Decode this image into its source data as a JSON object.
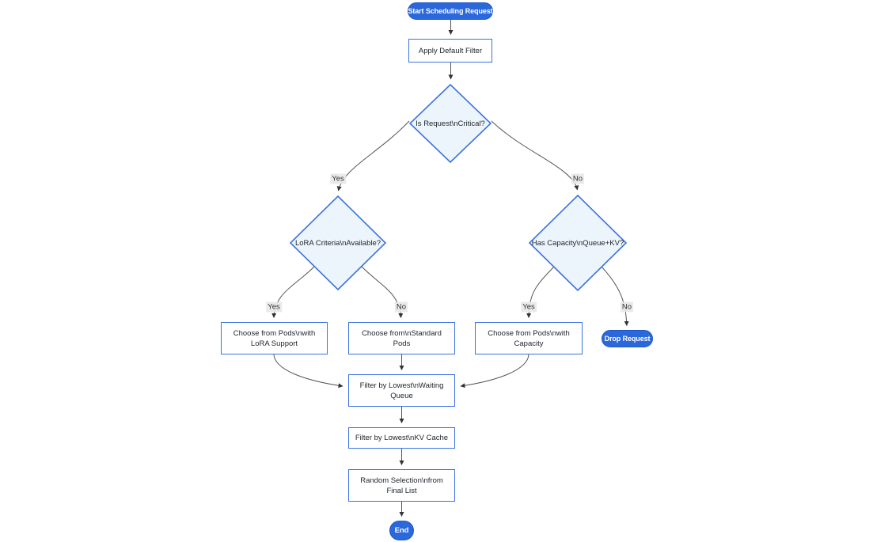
{
  "diagram": {
    "type": "flowchart",
    "orientation": "top-down",
    "colors": {
      "pill_fill": "#2a68dc",
      "node_border": "#3a72e0",
      "rect_fill": "#ffffff",
      "diamond_fill": "#ecf4fc",
      "edge_stroke": "#555555",
      "text": "#22272e",
      "edge_label_bg": "#e8e8e8",
      "background": "#ffffff"
    },
    "nodes": {
      "start": {
        "type": "stadium",
        "label": "Start Scheduling Request"
      },
      "apply_default_filter": {
        "type": "rect",
        "label": "Apply Default Filter"
      },
      "is_critical": {
        "type": "diamond",
        "label": "Is Request\\nCritical?"
      },
      "lora_criteria": {
        "type": "diamond",
        "label": "LoRA Criteria\\nAvailable?"
      },
      "has_capacity": {
        "type": "diamond",
        "label": "Has Capacity\\nQueue+KV?"
      },
      "choose_lora_pods": {
        "type": "rect",
        "label": "Choose from Pods\\nwith LoRA Support",
        "lines": [
          "Choose from Pods\\nwith",
          "LoRA Support"
        ]
      },
      "choose_standard_pods": {
        "type": "rect",
        "label": "Choose from\\nStandard Pods",
        "lines": [
          "Choose from\\nStandard",
          "Pods"
        ]
      },
      "choose_capacity_pods": {
        "type": "rect",
        "label": "Choose from Pods\\nwith Capacity",
        "lines": [
          "Choose from Pods\\nwith",
          "Capacity"
        ]
      },
      "drop_request": {
        "type": "stadium",
        "label": "Drop Request"
      },
      "filter_waiting_queue": {
        "type": "rect",
        "label": "Filter by Lowest\\nWaiting Queue",
        "lines": [
          "Filter by Lowest\\nWaiting",
          "Queue"
        ]
      },
      "filter_kv_cache": {
        "type": "rect",
        "label": "Filter by Lowest\\nKV Cache"
      },
      "random_selection": {
        "type": "rect",
        "label": "Random Selection\\nfrom Final List",
        "lines": [
          "Random Selection\\nfrom",
          "Final List"
        ]
      },
      "end": {
        "type": "stadium",
        "label": "End"
      }
    },
    "edges": [
      {
        "from": "start",
        "to": "apply_default_filter",
        "label": ""
      },
      {
        "from": "apply_default_filter",
        "to": "is_critical",
        "label": ""
      },
      {
        "from": "is_critical",
        "to": "lora_criteria",
        "label": "Yes"
      },
      {
        "from": "is_critical",
        "to": "has_capacity",
        "label": "No"
      },
      {
        "from": "lora_criteria",
        "to": "choose_lora_pods",
        "label": "Yes"
      },
      {
        "from": "lora_criteria",
        "to": "choose_standard_pods",
        "label": "No"
      },
      {
        "from": "has_capacity",
        "to": "choose_capacity_pods",
        "label": "Yes"
      },
      {
        "from": "has_capacity",
        "to": "drop_request",
        "label": "No"
      },
      {
        "from": "choose_lora_pods",
        "to": "filter_waiting_queue",
        "label": ""
      },
      {
        "from": "choose_standard_pods",
        "to": "filter_waiting_queue",
        "label": ""
      },
      {
        "from": "choose_capacity_pods",
        "to": "filter_waiting_queue",
        "label": ""
      },
      {
        "from": "filter_waiting_queue",
        "to": "filter_kv_cache",
        "label": ""
      },
      {
        "from": "filter_kv_cache",
        "to": "random_selection",
        "label": ""
      },
      {
        "from": "random_selection",
        "to": "end",
        "label": ""
      }
    ]
  }
}
